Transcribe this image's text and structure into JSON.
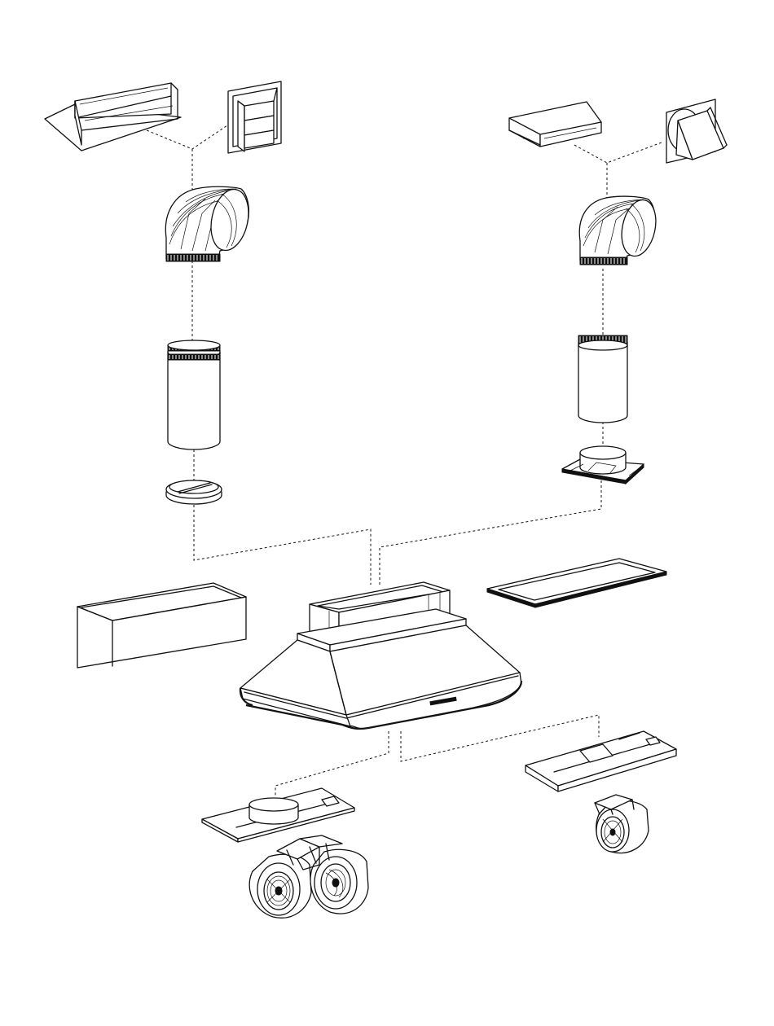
{
  "colors": {
    "ink": "#111111",
    "paper": "#ffffff"
  },
  "parts": [
    "roof-cap",
    "wall-cap-louvered",
    "roof-cap-angled",
    "wall-cap-hooded",
    "elbow-duct-left",
    "elbow-duct-right",
    "round-duct-left",
    "round-duct-right",
    "damper-left",
    "duct-transition-plate",
    "duct-cover-box",
    "range-hood",
    "ceiling-trim-frame",
    "blower-plate-dual",
    "blower-plate-single",
    "blower-motor-dual",
    "blower-motor-single"
  ],
  "icons": [
    "dashed-connector-lines"
  ]
}
